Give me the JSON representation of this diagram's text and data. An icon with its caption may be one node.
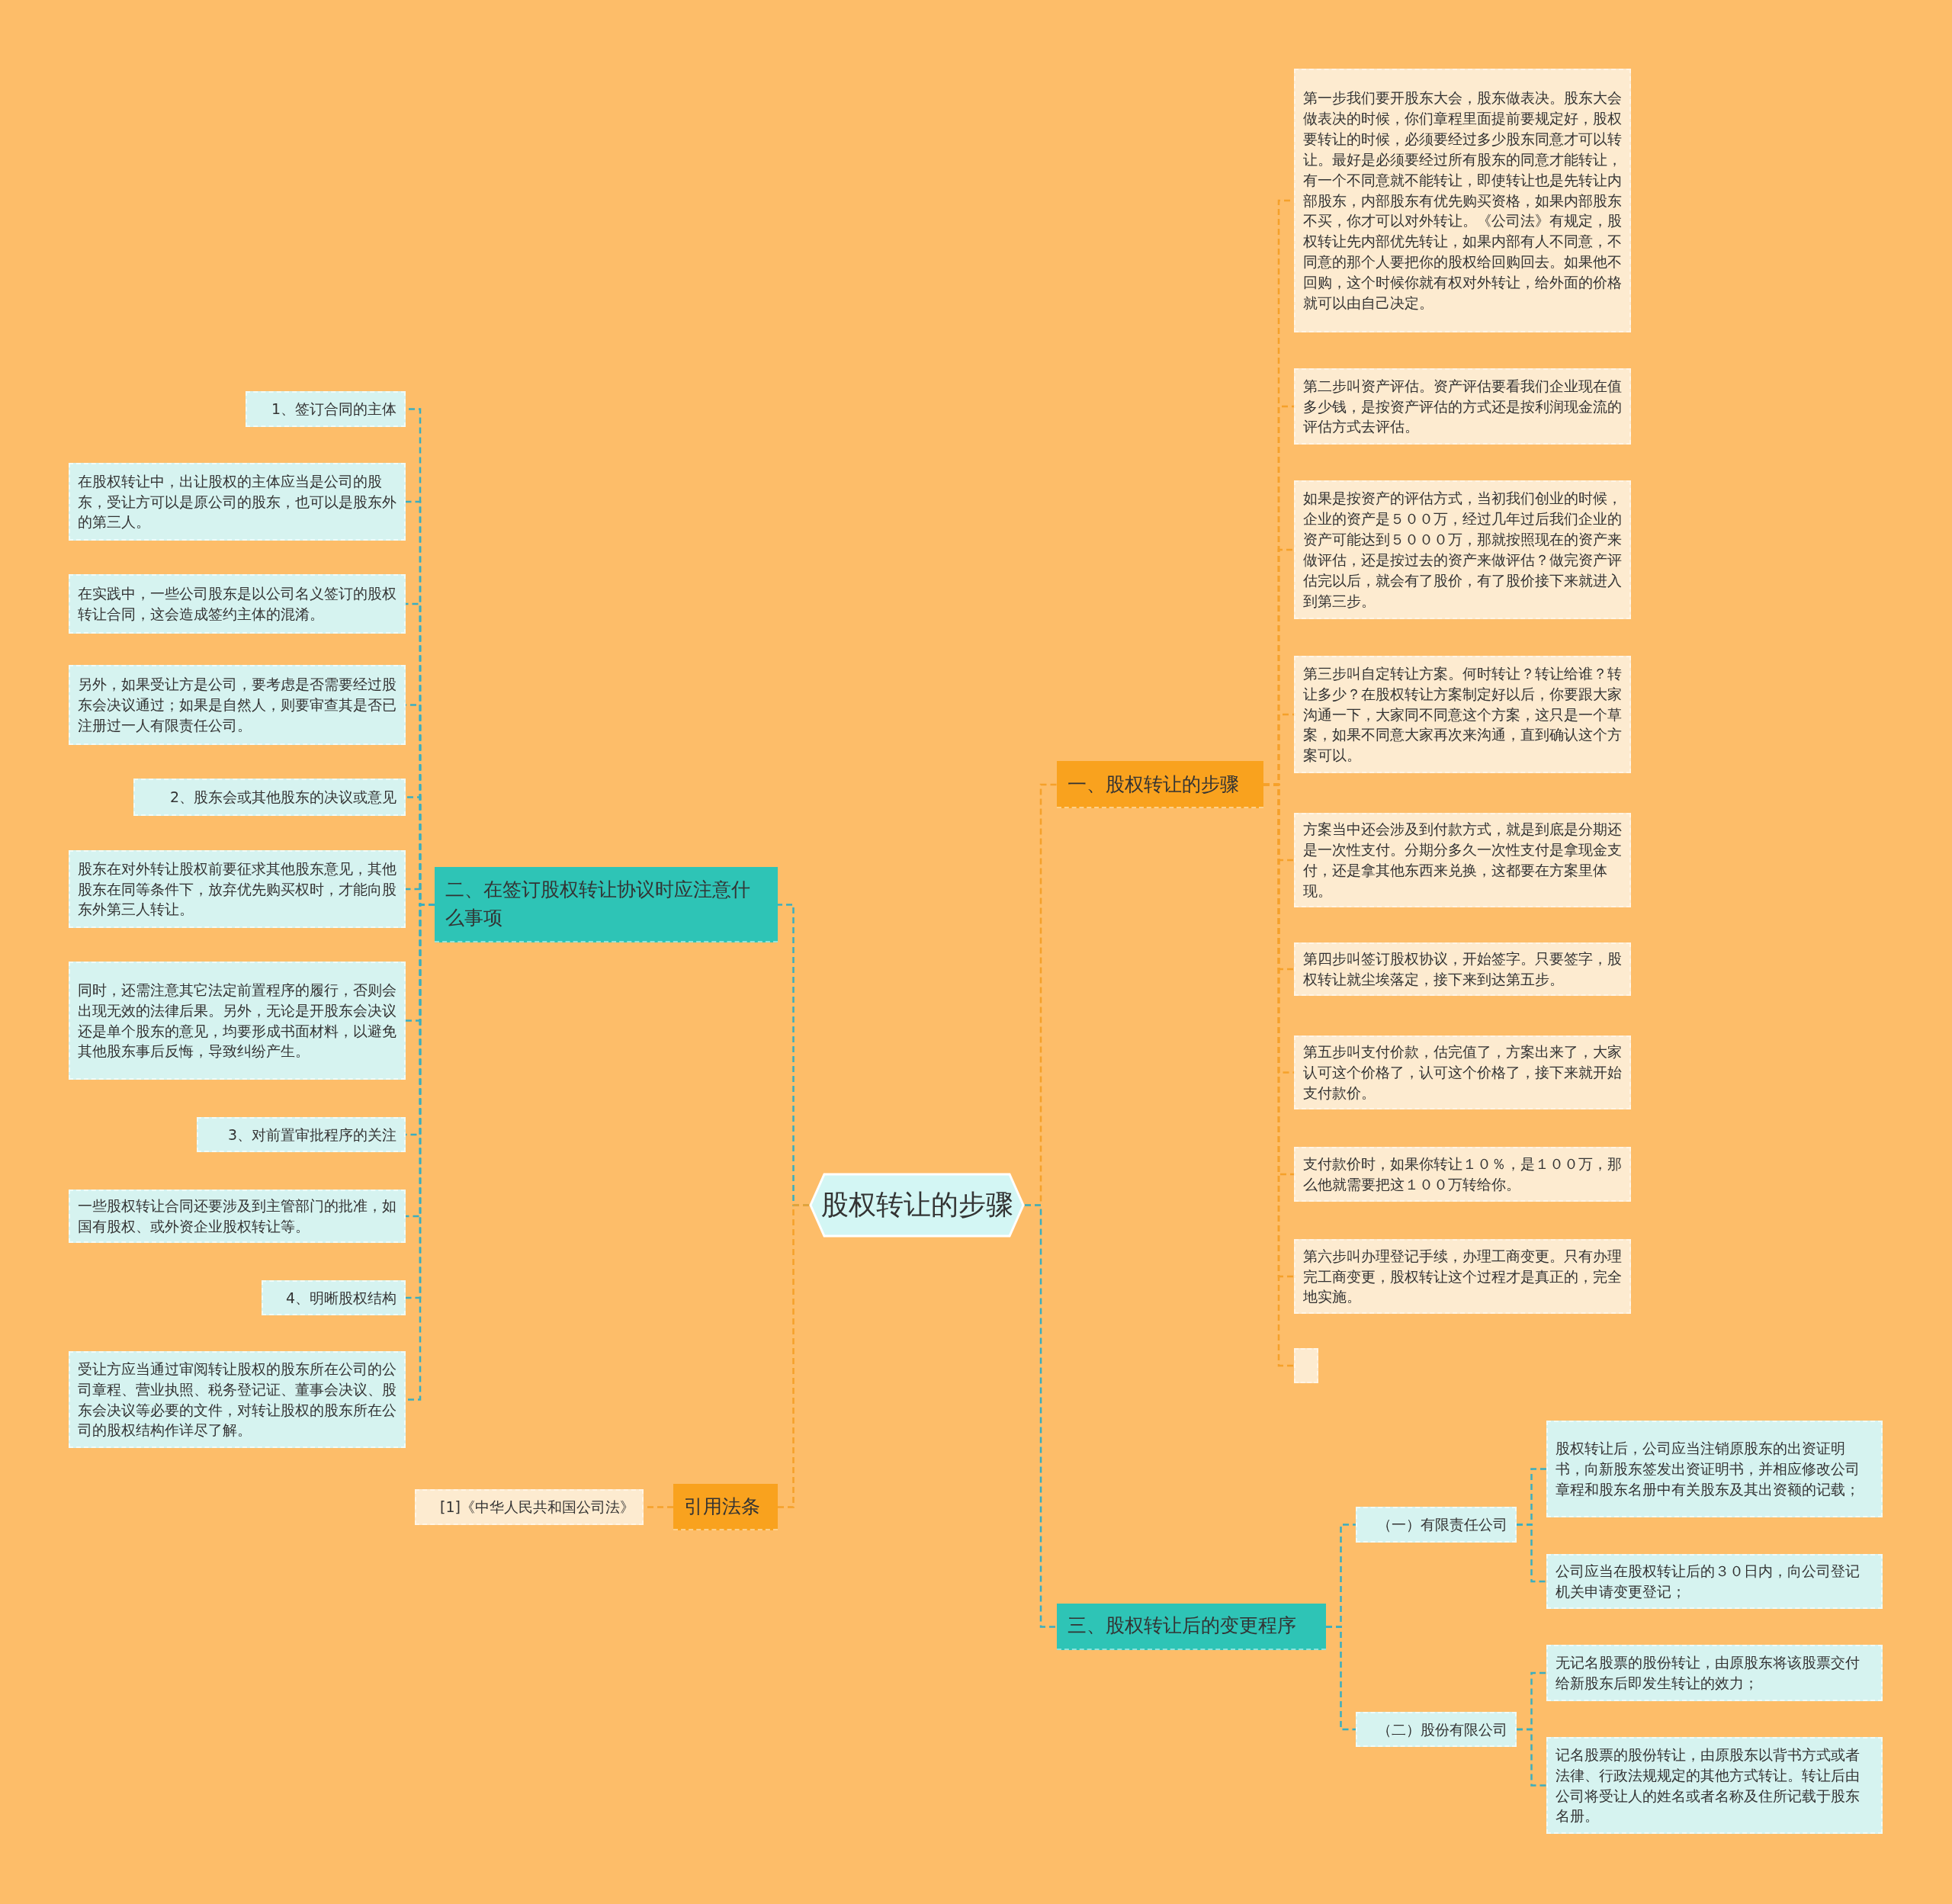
{
  "diagram": {
    "nodes": [
      {
        "text": [
          "股权转让的步骤"
        ]
      },
      {
        "text": [
          "一、股权转让的步骤"
        ]
      },
      {
        "text": [
          "第一步我们要开股东大会，股东做表决。股东大会做表决的时候，你们章程里面提前要规定好，股权要转让的时候，必须要经过多少股东同意才可以转让。最好是必须要经过所有股东的同意才能转让，有一个不同意就不能转让，即使转让也是先转让内部股东，内部股东有优先购买资格，如果内部股东不买，你才可以对外转让。《公司法》有规定，股权转让先内部优先转让，如果内部有人不同意，不同意的那个人要把你的股权给回购回去。如果他不回购，这个时候你就有权对外转让，给外面的价格就可以由自己决定。"
        ]
      },
      {
        "text": [
          "第二步叫资产评估。资产评估要看我们企业现在值多少钱，是按资产评估的方式还是按利润现金流的评估方式去评估。"
        ]
      },
      {
        "text": [
          "如果是按资产的评估方式，当初我们创业的时候，企业的资产是５００万，经过几年过后我们企业的资产可能达到５０００万，那就按照现在的资产来做评估，还是按过去的资产来做评估？做完资产评估完以后，就会有了股价，有了股价接下来就进入到第三步。"
        ]
      },
      {
        "text": [
          "第三步叫自定转让方案。何时转让？转让给谁？转让多少？在股权转让方案制定好以后，你要跟大家沟通一下，大家同不同意这个方案，这只是一个草案，如果不同意大家再次来沟通，直到确认这个方案可以。"
        ]
      },
      {
        "text": [
          "方案当中还会涉及到付款方式，就是到底是分期还是一次性支付。分期分多久一次性支付是拿现金支付，还是拿其他东西来兑换，这都要在方案里体现。"
        ]
      },
      {
        "text": [
          "第四步叫签订股权协议，开始签字。只要签字，股权转让就尘埃落定，接下来到达第五步。"
        ]
      },
      {
        "text": [
          "第五步叫支付价款，估完值了，方案出来了，大家认可这个价格了，认可这个价格了，接下来就开始支付款价。"
        ]
      },
      {
        "text": [
          "支付款价时，如果你转让１０％，是１００万，那么他就需要把这１００万转给你。"
        ]
      },
      {
        "text": [
          "第六步叫办理登记手续，办理工商变更。只有办理完工商变更，股权转让这个过程才是真正的，完全地实施。"
        ]
      },
      {
        "text": [],
        "shape": "box"
      },
      {
        "text": [
          "二、在签订股权转让协议时应注意什么事项"
        ]
      },
      {
        "text": [
          "1、签订合同的主体"
        ]
      },
      {
        "text": [
          "在股权转让中，出让股权的主体应当是公司的股东，受让方可以是原公司的股东，也可以是股东外的第三人。"
        ]
      },
      {
        "text": [
          "在实践中，一些公司股东是以公司名义签订的股权转让合同，这会造成签约主体的混淆。"
        ]
      },
      {
        "text": [
          "另外，如果受让方是公司，要考虑是否需要经过股东会决议通过；如果是自然人，则要审查其是否已注册过一人有限责任公司。"
        ]
      },
      {
        "text": [
          "2、股东会或其他股东的决议或意见"
        ]
      },
      {
        "text": [
          "股东在对外转让股权前要征求其他股东意见，其他股东在同等条件下，放弃优先购买权时，才能向股东外第三人转让。"
        ]
      },
      {
        "text": [
          "同时，还需注意其它法定前置程序的履行，否则会出现无效的法律后果。另外，无论是开股东会决议还是单个股东的意见，均要形成书面材料，以避免其他股东事后反悔，导致纠纷产生。"
        ]
      },
      {
        "text": [
          "3、对前置审批程序的关注"
        ]
      },
      {
        "text": [
          "一些股权转让合同还要涉及到主管部门的批准，如国有股权、或外资企业股权转让等。"
        ]
      },
      {
        "text": [
          "4、明晰股权结构"
        ]
      },
      {
        "text": [
          "受让方应当通过审阅转让股权的股东所在公司的公司章程、营业执照、税务登记证、董事会决议、股东会决议等必要的文件，对转让股权的股东所在公司的股权结构作详尽了解。"
        ]
      },
      {
        "text": [
          "引用法条"
        ]
      },
      {
        "text": [
          "[1]《中华人民共和国公司法》"
        ]
      },
      {
        "text": [
          "三、股权转让后的变更程序"
        ]
      },
      {
        "text": [
          "（一）有限责任公司"
        ]
      },
      {
        "text": [
          "股权转让后，公司应当注销原股东的出资证明书，向新股东签发出资证明书，并相应修改公司章程和股东名册中有关股东及其出资额的记载；"
        ]
      },
      {
        "text": [
          "公司应当在股权转让后的３０日内，向公司登记机关申请变更登记；"
        ]
      },
      {
        "text": [
          "（二）股份有限公司"
        ]
      },
      {
        "text": [
          "无记名股票的股份转让，由原股东将该股票交付给新股东后即发生转让的效力；"
        ]
      },
      {
        "text": [
          "记名股票的股份转让，由原股东以背书方式或者法律、行政法规规定的其他方式转让。转让后由公司将受让人的姓名或者名称及住所记载于股东名册。"
        ]
      }
    ],
    "edges": [
      {
        "from": 0,
        "to": 1,
        "arrow": "none",
        "color": "#f5a12a"
      },
      {
        "from": 1,
        "to": 2,
        "arrow": "none",
        "color": "#f5a12a"
      },
      {
        "from": 1,
        "to": 3,
        "arrow": "none",
        "color": "#f5a12a"
      },
      {
        "from": 1,
        "to": 4,
        "arrow": "none",
        "color": "#f5a12a"
      },
      {
        "from": 1,
        "to": 5,
        "arrow": "none",
        "color": "#f5a12a"
      },
      {
        "from": 1,
        "to": 6,
        "arrow": "none",
        "color": "#f5a12a"
      },
      {
        "from": 1,
        "to": 7,
        "arrow": "none",
        "color": "#f5a12a"
      },
      {
        "from": 1,
        "to": 8,
        "arrow": "none",
        "color": "#f5a12a"
      },
      {
        "from": 1,
        "to": 9,
        "arrow": "none",
        "color": "#f5a12a"
      },
      {
        "from": 1,
        "to": 10,
        "arrow": "none",
        "color": "#f5a12a"
      },
      {
        "from": 1,
        "to": 11,
        "arrow": "none",
        "color": "#f5a12a"
      },
      {
        "from": 0,
        "to": 12,
        "arrow": "none"
      },
      {
        "from": 12,
        "to": 13,
        "arrow": "none"
      },
      {
        "from": 12,
        "to": 14,
        "arrow": "none"
      },
      {
        "from": 12,
        "to": 15,
        "arrow": "none"
      },
      {
        "from": 12,
        "to": 16,
        "arrow": "none"
      },
      {
        "from": 12,
        "to": 17,
        "arrow": "none"
      },
      {
        "from": 12,
        "to": 18,
        "arrow": "none"
      },
      {
        "from": 12,
        "to": 19,
        "arrow": "none"
      },
      {
        "from": 12,
        "to": 20,
        "arrow": "none"
      },
      {
        "from": 12,
        "to": 21,
        "arrow": "none"
      },
      {
        "from": 12,
        "to": 22,
        "arrow": "none"
      },
      {
        "from": 12,
        "to": 23,
        "arrow": "none"
      },
      {
        "from": 0,
        "to": 24,
        "arrow": "none",
        "color": "#f5a12a"
      },
      {
        "from": 24,
        "to": 25,
        "arrow": "none",
        "color": "#f5a12a"
      },
      {
        "from": 0,
        "to": 26,
        "arrow": "none"
      },
      {
        "from": 26,
        "to": 27,
        "arrow": "none"
      },
      {
        "from": 27,
        "to": 28,
        "arrow": "none"
      },
      {
        "from": 27,
        "to": 29,
        "arrow": "none"
      },
      {
        "from": 26,
        "to": 30,
        "arrow": "none"
      },
      {
        "from": 30,
        "to": 31,
        "arrow": "none"
      },
      {
        "from": 30,
        "to": 32,
        "arrow": "none"
      }
    ]
  }
}
